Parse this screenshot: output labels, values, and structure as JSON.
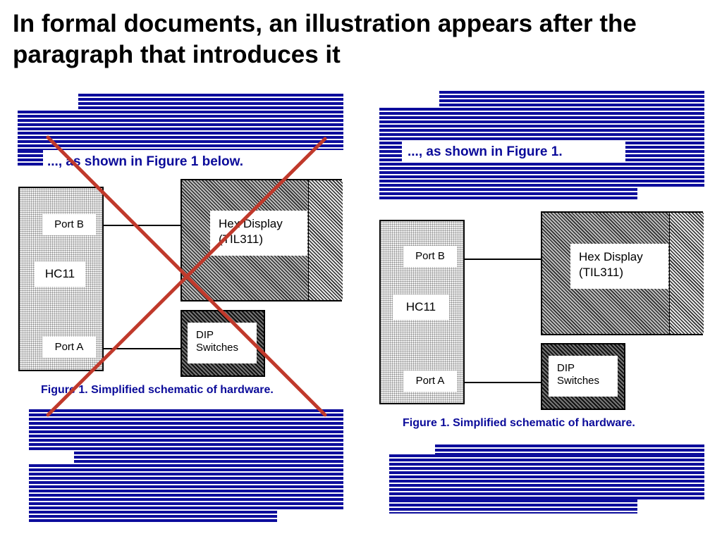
{
  "title": "In formal documents, an illustration appears after the paragraph that introduces it",
  "left_panel": {
    "callout": "..., as shown in Figure 1 below.",
    "hc11_label": "HC11",
    "port_b": "Port B",
    "port_a": "Port A",
    "hex_display": "Hex Display (TIL311)",
    "dip": "DIP Switches",
    "caption": "Figure 1. Simplified schematic of hardware.",
    "cross_mark_color": "#c0392b"
  },
  "right_panel": {
    "callout": "..., as shown in Figure 1.",
    "hc11_label": "HC11",
    "port_b": "Port B",
    "port_a": "Port A",
    "hex_display": "Hex Display (TIL311)",
    "dip": "DIP Switches",
    "caption": "Figure 1. Simplified schematic of hardware."
  },
  "colors": {
    "text_lines": "#0d0d9c",
    "caption": "#0b0b9a",
    "cross": "#c0392b"
  }
}
